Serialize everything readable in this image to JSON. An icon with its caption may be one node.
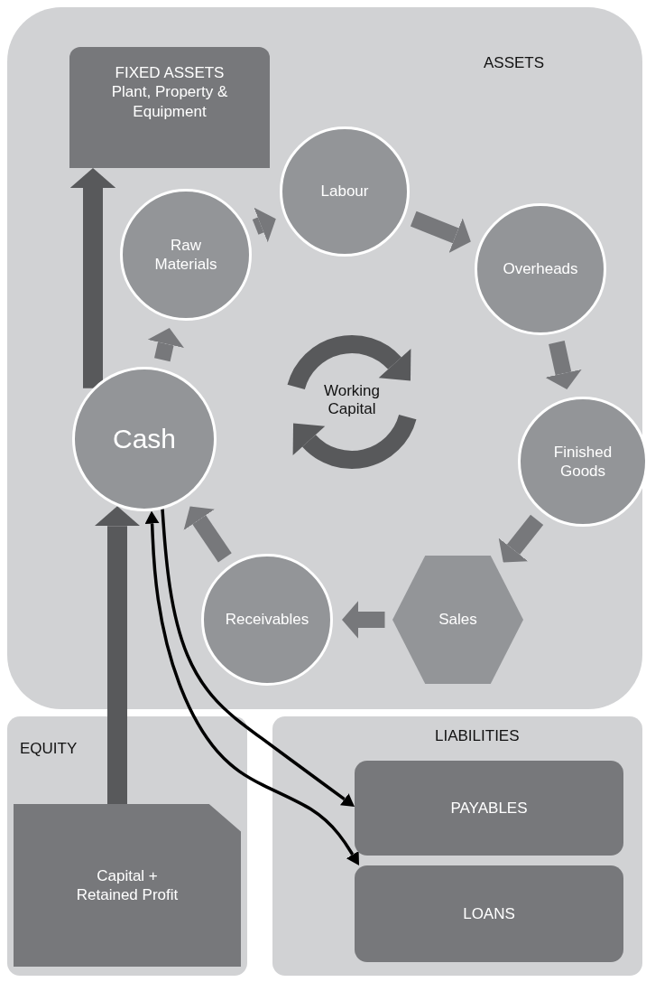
{
  "diagram": {
    "nodes": [
      {
        "text": [
          "ASSETS"
        ]
      },
      {
        "text": [
          "FIXED ASSETS",
          "Plant, Property & Equipment"
        ],
        "in": 0
      },
      {
        "text": [
          "Labour"
        ],
        "in": 0
      },
      {
        "text": [
          "Raw Materials"
        ],
        "in": 0
      },
      {
        "text": [
          "Overheads"
        ],
        "in": 0
      },
      {
        "text": [
          "Cash"
        ],
        "in": 0
      },
      {
        "text": [
          "Finished Goods"
        ],
        "in": 0
      },
      {
        "text": [
          "Sales"
        ],
        "in": 0
      },
      {
        "text": [
          "Receivables"
        ],
        "in": 0
      },
      {
        "text": [
          "EQUITY"
        ]
      },
      {
        "text": [
          "Capital + Retained Profit"
        ],
        "in": 9
      },
      {
        "text": [
          "LIABILITIES"
        ]
      },
      {
        "text": [
          "PAYABLES"
        ],
        "in": 11
      },
      {
        "text": [
          "LOANS"
        ],
        "in": 11
      }
    ],
    "edges": [
      {
        "from": 5,
        "to": 1,
        "arrow": "to",
        "color": "#58595b"
      },
      {
        "from": 5,
        "to": 3,
        "arrow": "to"
      },
      {
        "from": 3,
        "to": 2,
        "arrow": "to"
      },
      {
        "from": 2,
        "to": 4,
        "arrow": "to"
      },
      {
        "from": 4,
        "to": 6,
        "arrow": "to"
      },
      {
        "from": 6,
        "to": 7,
        "arrow": "to"
      },
      {
        "from": 7,
        "to": 8,
        "arrow": "to"
      },
      {
        "from": 8,
        "to": 5,
        "arrow": "to"
      },
      {
        "from": 10,
        "to": 5,
        "arrow": "to",
        "color": "#58595b"
      },
      {
        "from": 5,
        "to": 12,
        "arrow": "to",
        "color": "#000000"
      },
      {
        "from": 5,
        "to": 13,
        "arrow": "both",
        "color": "#000000"
      }
    ],
    "labels": [
      "Working Capital"
    ]
  }
}
